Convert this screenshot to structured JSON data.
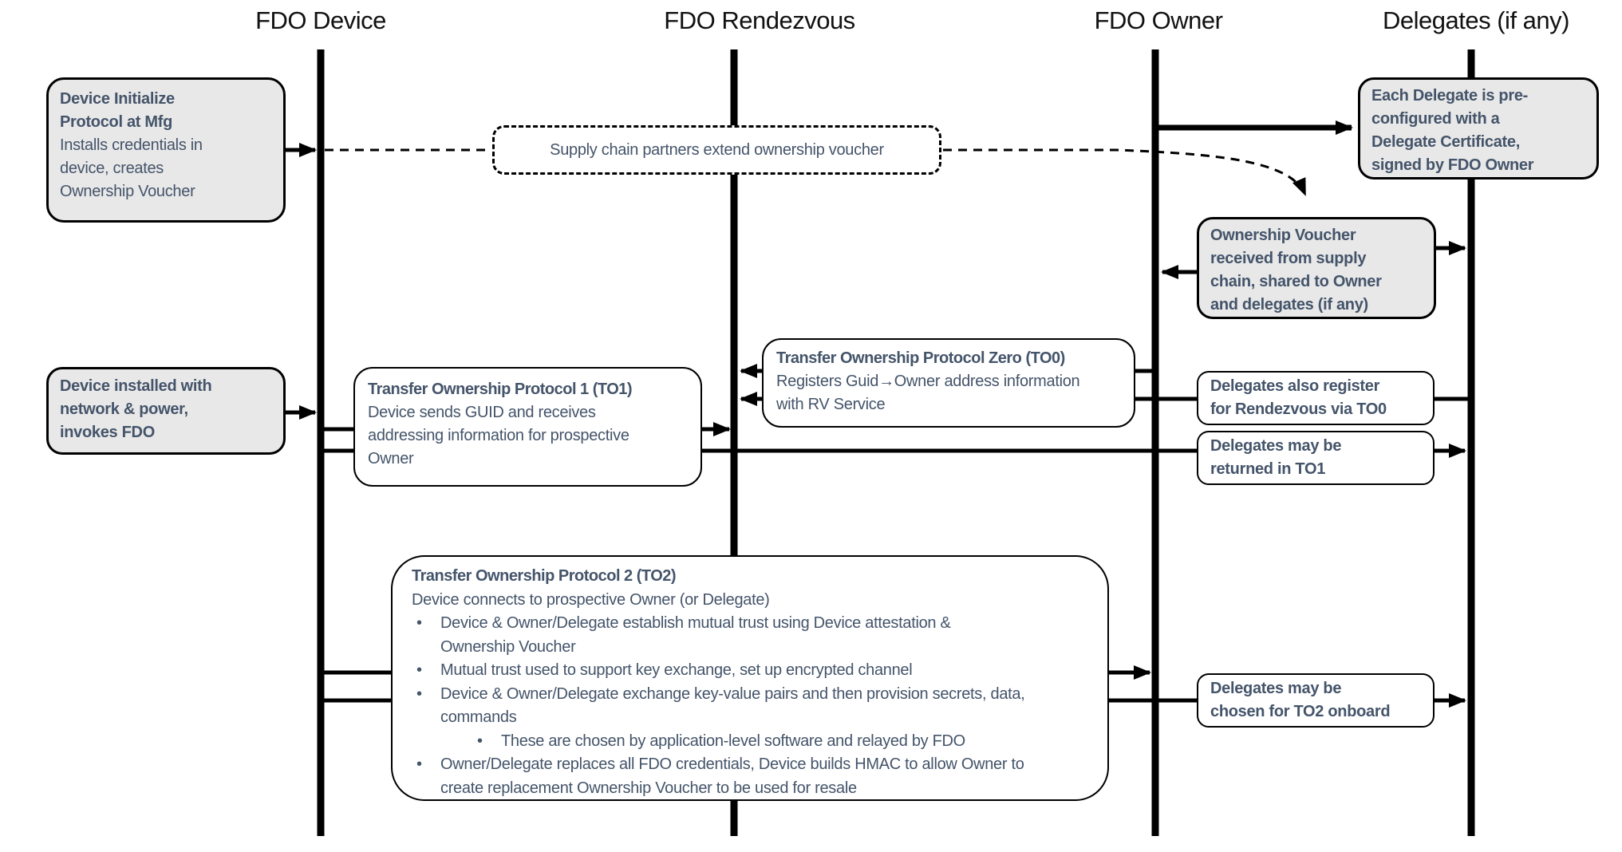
{
  "diagram": {
    "lifelines": [
      {
        "label": "FDO Device"
      },
      {
        "label": "FDO Rendezvous"
      },
      {
        "label": "FDO Owner"
      },
      {
        "label": "Delegates (if any)"
      }
    ],
    "bullet_char": "•",
    "boxes": {
      "device_init": {
        "title_lines": [
          "Device Initialize",
          "Protocol at Mfg"
        ],
        "body_lines": [
          "Installs credentials in",
          "device, creates",
          "Ownership Voucher"
        ]
      },
      "supply_chain": {
        "text": "Supply chain partners extend ownership voucher"
      },
      "each_delegate": {
        "lines": [
          "Each Delegate is pre-",
          "configured with a",
          "Delegate Certificate,",
          "signed by FDO Owner"
        ]
      },
      "ov_received": {
        "lines": [
          "Ownership Voucher",
          "received from supply",
          "chain, shared to Owner",
          "and delegates (if any)"
        ]
      },
      "to0": {
        "title": "Transfer Ownership Protocol Zero (TO0)",
        "body_lines": [
          "Registers Guid→Owner address information",
          "with RV Service"
        ]
      },
      "device_installed": {
        "lines": [
          "Device installed with",
          "network & power,",
          "invokes FDO"
        ]
      },
      "to1": {
        "title": "Transfer Ownership Protocol 1 (TO1)",
        "body_lines": [
          "Device sends GUID and receives",
          "addressing information for prospective",
          "Owner"
        ]
      },
      "delegates_register": {
        "lines": [
          "Delegates also register",
          "for Rendezvous via TO0"
        ]
      },
      "delegates_returned": {
        "lines": [
          "Delegates may be",
          "returned in TO1"
        ]
      },
      "to2": {
        "title": "Transfer Ownership Protocol 2 (TO2)",
        "intro": "Device connects to prospective Owner (or Delegate)",
        "items": [
          {
            "level": 1,
            "lines": [
              "Device & Owner/Delegate establish mutual trust using Device attestation &",
              "Ownership Voucher"
            ]
          },
          {
            "level": 1,
            "lines": [
              "Mutual trust used to support key exchange, set up encrypted channel"
            ]
          },
          {
            "level": 1,
            "lines": [
              "Device & Owner/Delegate exchange key-value pairs and then provision secrets, data,",
              "commands"
            ]
          },
          {
            "level": 2,
            "lines": [
              "These are chosen by application-level software and relayed by FDO"
            ]
          },
          {
            "level": 1,
            "lines": [
              "Owner/Delegate replaces all FDO credentials, Device builds HMAC to allow Owner to",
              "create replacement Ownership Voucher to be used for resale"
            ]
          }
        ]
      },
      "delegates_chosen": {
        "lines": [
          "Delegates may be",
          "chosen for TO2 onboard"
        ]
      }
    },
    "colors": {
      "box_fill_grey": "#e8e8e8",
      "box_fill_white": "#ffffff",
      "border": "#000000",
      "text": "#44546a",
      "line": "#000000"
    }
  }
}
